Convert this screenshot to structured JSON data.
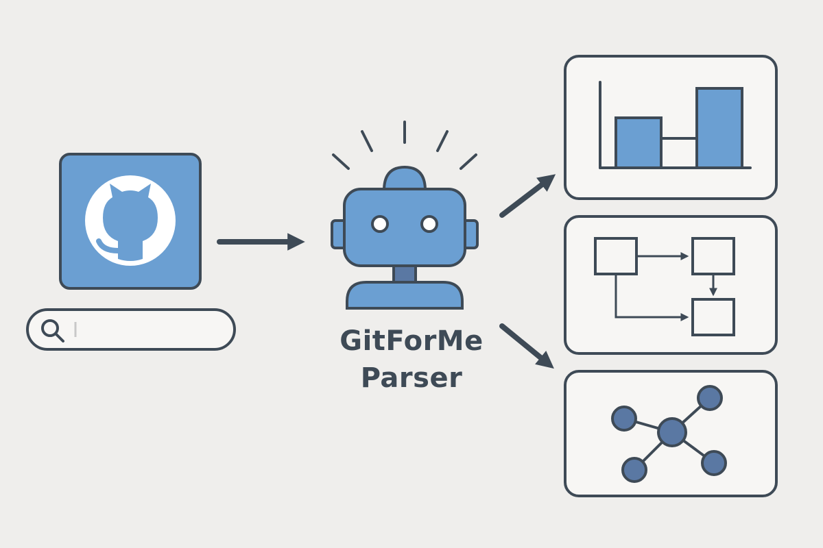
{
  "title": {
    "line1": "GitForMe",
    "line2": "Parser"
  },
  "input": {
    "icon": "github-icon",
    "search_icon": "search-icon"
  },
  "parser": {
    "icon": "robot-icon"
  },
  "outputs": [
    {
      "name": "bar-chart",
      "icon": "bar-chart-icon"
    },
    {
      "name": "flowchart",
      "icon": "flowchart-icon"
    },
    {
      "name": "network-graph",
      "icon": "network-graph-icon"
    }
  ],
  "colors": {
    "background": "#efeeec",
    "stroke": "#3e4a56",
    "accent_blue": "#6b9fd2",
    "dark_blue": "#5a78a3",
    "panel_fill": "#f7f6f4"
  }
}
